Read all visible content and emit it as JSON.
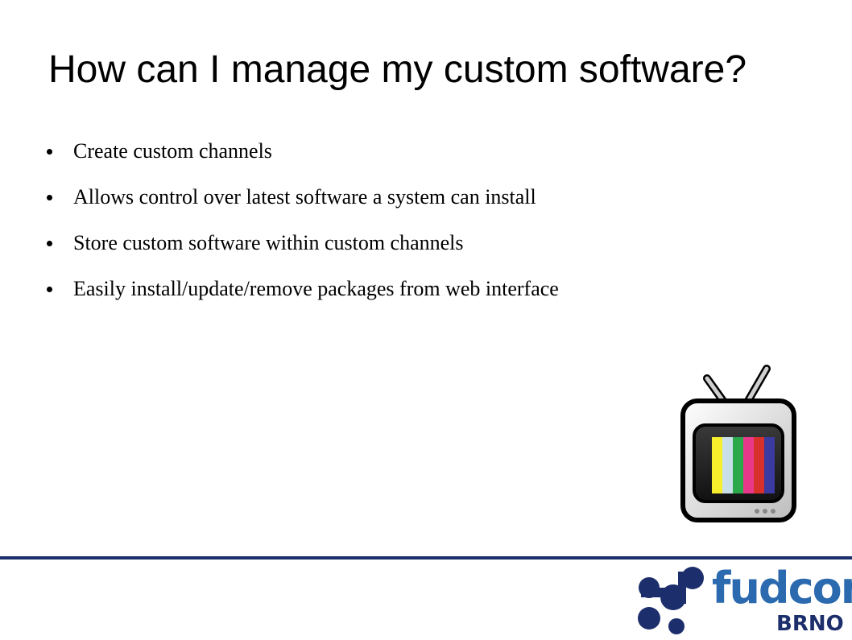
{
  "slide": {
    "title": "How can I manage my custom software?",
    "bullets": [
      "Create custom channels",
      "Allows control over latest software a system can install",
      "Store custom software within custom channels",
      "Easily install/update/remove packages from web interface"
    ]
  },
  "illustration": {
    "icon": "tv-icon"
  },
  "logo": {
    "part1": "fud",
    "part2": "con",
    "city": "BRNO"
  },
  "colors": {
    "footer_line": "#1c2e6b",
    "logo_blue": "#2c6ab0",
    "logo_dark": "#1c2e6b"
  }
}
